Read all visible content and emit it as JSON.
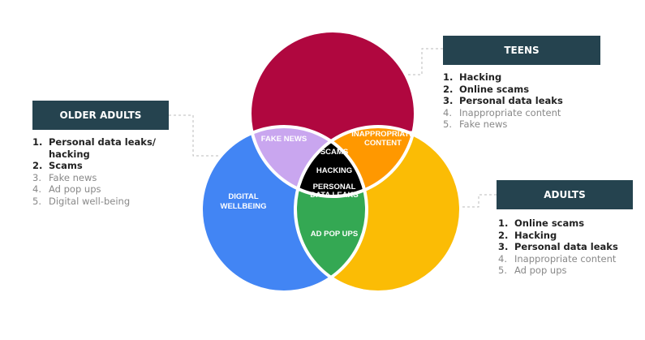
{
  "groups": {
    "older_adults": {
      "title": "OLDER ADULTS",
      "items": [
        {
          "n": "1.",
          "t": "Personal data leaks/ hacking"
        },
        {
          "n": "2.",
          "t": "Scams"
        },
        {
          "n": "3.",
          "t": "Fake news"
        },
        {
          "n": "4.",
          "t": "Ad pop ups"
        },
        {
          "n": "5.",
          "t": "Digital well-being"
        }
      ]
    },
    "teens": {
      "title": "TEENS",
      "items": [
        {
          "n": "1.",
          "t": "Hacking"
        },
        {
          "n": "2.",
          "t": "Online scams"
        },
        {
          "n": "3.",
          "t": "Personal data leaks"
        },
        {
          "n": "4.",
          "t": "Inappropriate content"
        },
        {
          "n": "5.",
          "t": "Fake news"
        }
      ]
    },
    "adults": {
      "title": "ADULTS",
      "items": [
        {
          "n": "1.",
          "t": "Online scams"
        },
        {
          "n": "2.",
          "t": "Hacking"
        },
        {
          "n": "3.",
          "t": "Personal data leaks"
        },
        {
          "n": "4.",
          "t": "Inappropriate content"
        },
        {
          "n": "5.",
          "t": "Ad pop ups"
        }
      ]
    }
  },
  "venn": {
    "fake_news": "FAKE NEWS",
    "inappropriate_1": "INAPPROPRIATE",
    "inappropriate_2": "CONTENT",
    "scams": "SCAMS",
    "hacking": "HACKING",
    "personal_1": "PERSONAL",
    "personal_2": "DATA LEAKS",
    "digital_1": "DIGITAL",
    "digital_2": "WELLBEING",
    "ad_pop_ups": "AD POP UPS"
  },
  "colors": {
    "teens": "#b0073f",
    "older": "#4285f4",
    "adults": "#fbbc05",
    "fake": "#c9a6ef",
    "inappropriate": "#ff9800",
    "ad": "#34a853",
    "center": "#000000",
    "box": "#25434f"
  }
}
